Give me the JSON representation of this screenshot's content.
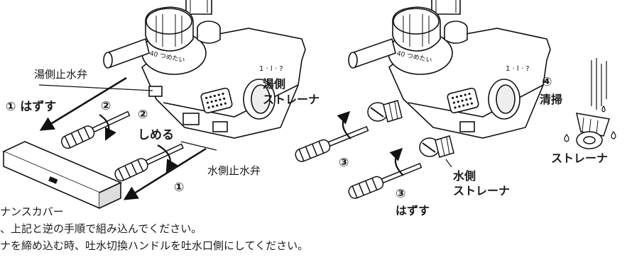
{
  "labels": {
    "hot_valve": "湯側止水弁",
    "remove_1": "① はずす",
    "step2_a": "②",
    "step2_b": "②",
    "tighten": "しめる",
    "step1": "①",
    "cold_valve": "水側止水弁",
    "cover": "ナンスカバー",
    "hot_side": "湯側",
    "strainer_label": "ストレーナ",
    "step3_a": "③",
    "cold_side": "水側",
    "step3_b": "③",
    "remove_3": "はずす",
    "step4": "④",
    "clean": "清掃",
    "strainer_right": "ストレーナ"
  },
  "dial_text": "40 つめたい",
  "notes": {
    "line1": "、上記と逆の手順で組み込んでください。",
    "line2": "ナを締め込む時、吐水切換ハンドルを吐水口側にしてください。"
  }
}
